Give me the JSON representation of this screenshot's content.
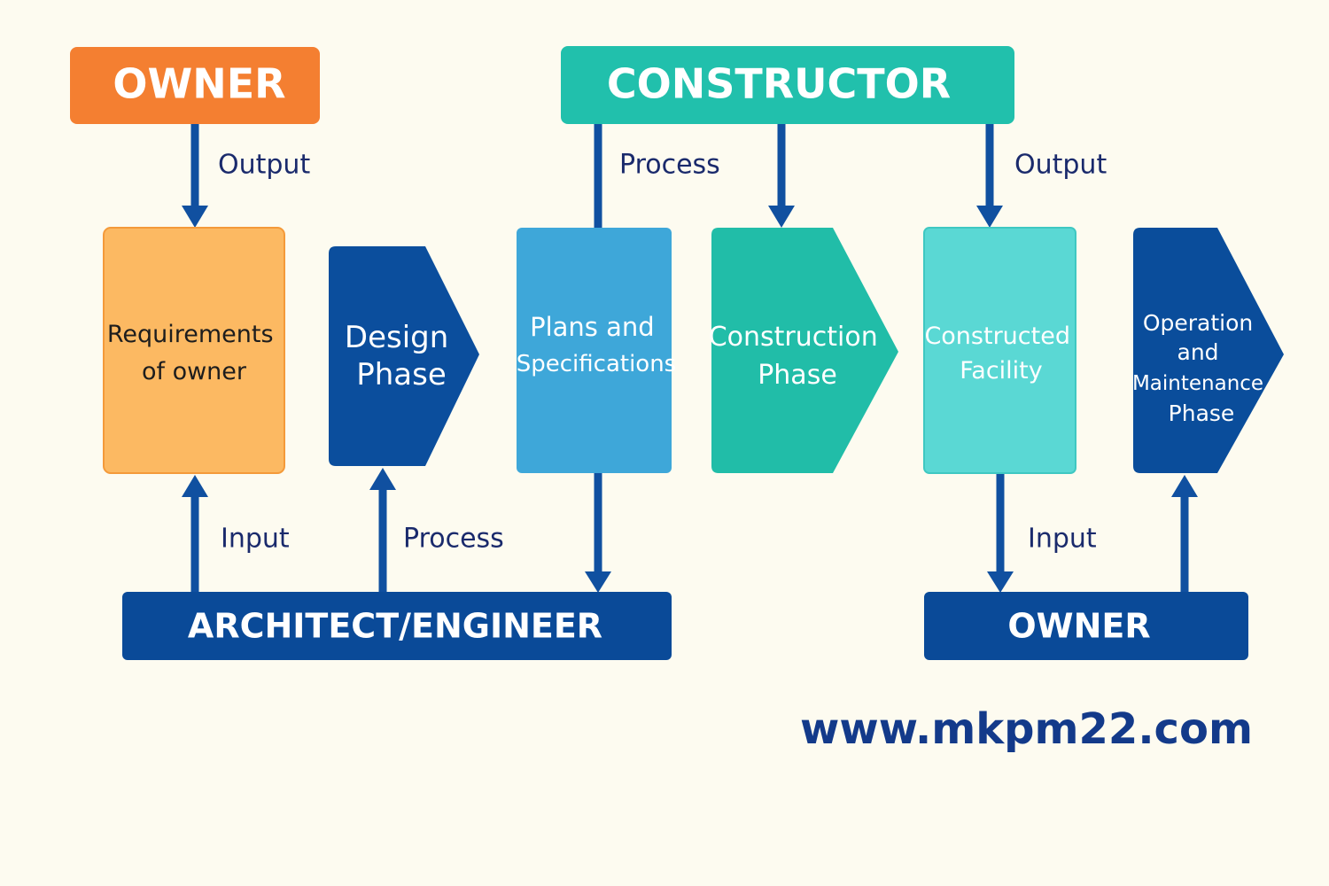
{
  "colors": {
    "background": "#fdfbf0",
    "owner_top": "#f47f31",
    "constructor": "#21c0ac",
    "requirements": "#fcb962",
    "design_phase": "#0b4e9d",
    "plans": "#3ea7d9",
    "construction_phase": "#21bda8",
    "constructed_facility": "#5ad8d4",
    "operation_phase": "#0a4d9b",
    "bottom_bars": "#0a4a98",
    "arrows": "#1050a0",
    "label_text": "#1a2a6c"
  },
  "headers": {
    "owner_top": "OWNER",
    "constructor": "CONSTRUCTOR",
    "architect": "ARCHITECT/ENGINEER",
    "owner_bottom": "OWNER"
  },
  "nodes": {
    "requirements": [
      "Requirements",
      "of owner"
    ],
    "design_phase": [
      "Design",
      "Phase"
    ],
    "plans": [
      "Plans and",
      "Specifications"
    ],
    "construction_phase": [
      "Construction",
      "Phase"
    ],
    "constructed_facility": [
      "Constructed",
      "Facility"
    ],
    "operation_phase": [
      "Operation",
      "and",
      "Maintenance",
      "Phase"
    ]
  },
  "edge_labels": {
    "owner_output": "Output",
    "constructor_process": "Process",
    "constructor_output": "Output",
    "architect_input": "Input",
    "architect_process": "Process",
    "owner_input": "Input"
  },
  "website": "www.mkpm22.com"
}
